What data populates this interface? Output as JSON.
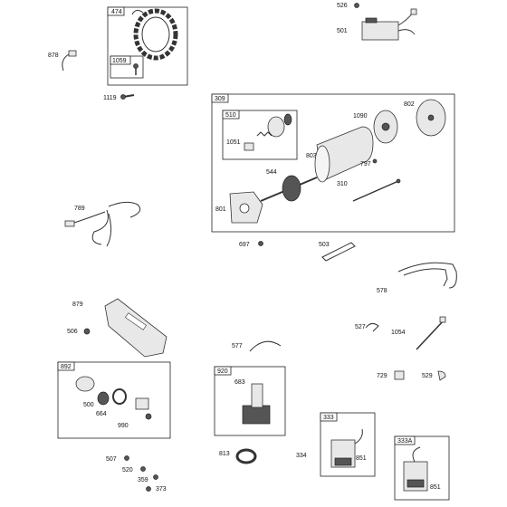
{
  "labels": {
    "l474": "474",
    "l1059": "1059",
    "l878": "878",
    "l1119": "1119",
    "l526": "526",
    "l501": "501",
    "l309": "309",
    "l510": "510",
    "l1051": "1051",
    "l1090": "1090",
    "l802": "802",
    "l803": "803",
    "l544": "544",
    "l797": "797",
    "l310": "310",
    "l801": "801",
    "l789": "789",
    "l697": "697",
    "l503": "503",
    "l578": "578",
    "l879": "879",
    "l506": "506",
    "l527": "527",
    "l1054": "1054",
    "l577": "577",
    "l729": "729",
    "l529": "529",
    "l892": "892",
    "l500": "500",
    "l664": "664",
    "l990": "990",
    "l920": "920",
    "l683": "683",
    "l813": "813",
    "l333": "333",
    "l334": "334",
    "l851a": "851",
    "l333A": "333A",
    "l851b": "851",
    "l507": "507",
    "l520": "520",
    "l359": "359",
    "l373": "373"
  }
}
